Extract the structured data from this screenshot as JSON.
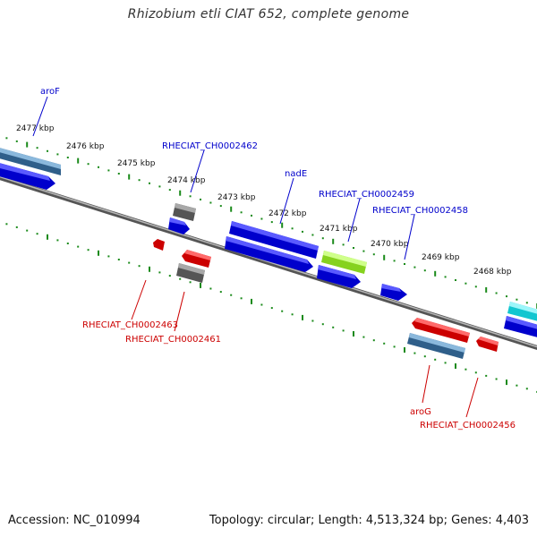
{
  "title": "Rhizobium etli CIAT 652, complete genome",
  "footer": {
    "accession": "Accession: NC_010994",
    "summary": "Topology: circular; Length: 4,513,324 bp; Genes: 4,403"
  },
  "colors": {
    "background": "#ffffff",
    "backbone": "#8a8a8a",
    "tick": "#1a8a1a",
    "forward_label": "#0000cc",
    "reverse_label": "#cc0000",
    "gene_blue": "#0000ee",
    "gene_red": "#ee0000",
    "gene_steelblue": "#4a82b4",
    "gene_gray": "#6e6e6e",
    "gene_lime": "#9be63a",
    "gene_cyan": "#33e8f0"
  },
  "scale_labels": [
    {
      "text": "2477 kbp",
      "kbp": 2477
    },
    {
      "text": "2476 kbp",
      "kbp": 2476
    },
    {
      "text": "2475 kbp",
      "kbp": 2475
    },
    {
      "text": "2474 kbp",
      "kbp": 2474
    },
    {
      "text": "2473 kbp",
      "kbp": 2473
    },
    {
      "text": "2472 kbp",
      "kbp": 2472
    },
    {
      "text": "2471 kbp",
      "kbp": 2471
    },
    {
      "text": "2470 kbp",
      "kbp": 2470
    },
    {
      "text": "2469 kbp",
      "kbp": 2469
    },
    {
      "text": "2468 kbp",
      "kbp": 2468
    }
  ],
  "gene_labels": {
    "aroF": "aroF",
    "ch2462": "RHECIAT_CH0002462",
    "nadE": "nadE",
    "ch2459": "RHECIAT_CH0002459",
    "ch2458": "RHECIAT_CH0002458",
    "ch2463": "RHECIAT_CH0002463",
    "ch2461": "RHECIAT_CH0002461",
    "aroG": "aroG",
    "ch2456": "RHECIAT_CH0002456"
  }
}
